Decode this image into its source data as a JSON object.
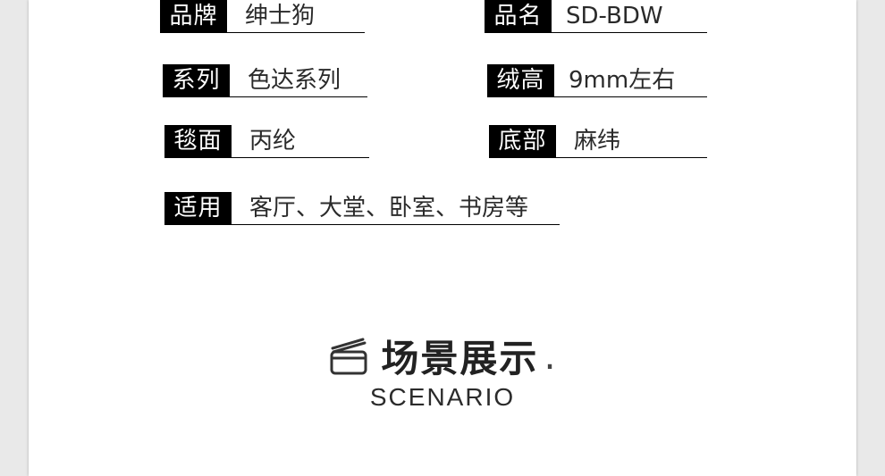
{
  "specs": [
    {
      "label": "品牌",
      "value": "绅士狗"
    },
    {
      "label": "品名",
      "value": "SD-BDW"
    },
    {
      "label": "系列",
      "value": "色达系列"
    },
    {
      "label": "绒高",
      "value": "9mm左右"
    },
    {
      "label": "毯面",
      "value": "丙纶"
    },
    {
      "label": "底部",
      "value": "麻纬"
    },
    {
      "label": "适用",
      "value": "客厅、大堂、卧室、书房等"
    }
  ],
  "scenario": {
    "title": "场景展示",
    "dot": ".",
    "subtitle": "SCENARIO",
    "icon": "clapperboard-icon"
  }
}
